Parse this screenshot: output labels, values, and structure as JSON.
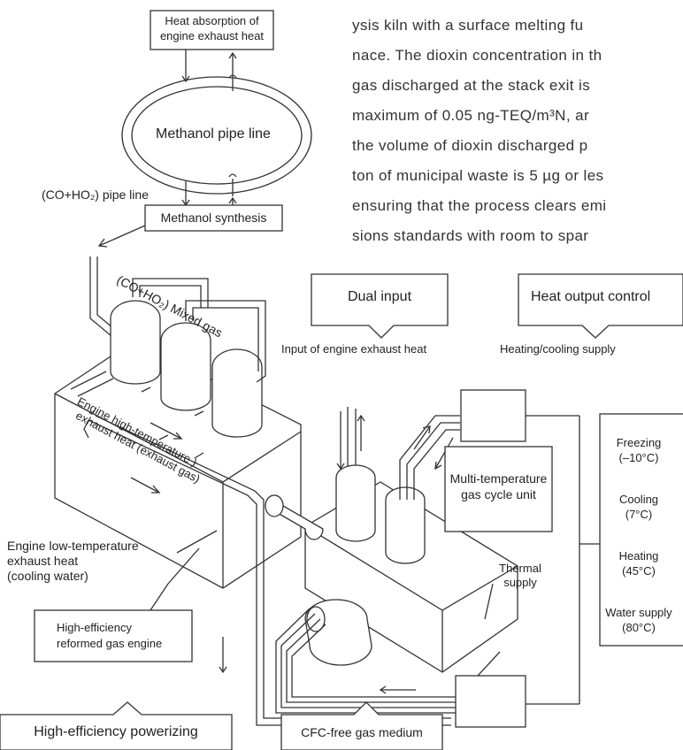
{
  "body_text": {
    "lines": [
      "ysis kiln with a surface melting fu",
      "nace. The dioxin concentration in th",
      "gas discharged at the stack exit is",
      "maximum of 0.05 ng-TEQ/m³N, ar",
      "the volume of dioxin discharged p",
      "ton of municipal waste is 5 µg or les",
      "ensuring that the process clears emi",
      "sions standards with room to spar"
    ]
  },
  "diagram": {
    "heat_absorption": [
      "Heat absorption of",
      "engine exhaust heat"
    ],
    "methanol_pipe_line": "Methanol pipe line",
    "co_pipe_line": "(CO+HO₂) pipe line",
    "methanol_synthesis": "Methanol synthesis",
    "mixed_gas": "(CO+HO₂) Mixed gas",
    "dual_input": "Dual input",
    "heat_output_control": "Heat output control",
    "input_exhaust_heat": "Input of engine exhaust heat",
    "heating_cooling_supply": "Heating/cooling supply",
    "engine_high_temp": [
      "Engine high-temperature )",
      "exhaust heat (exhaust gas)"
    ],
    "multi_temp_unit": [
      "Multi-temperature",
      "gas cycle unit"
    ],
    "engine_low_temp": [
      "Engine low-temperature",
      "exhaust heat",
      "(cooling water)"
    ],
    "thermal_supply": [
      "Thermal",
      "supply"
    ],
    "reformed_engine": [
      "High-efficiency",
      "reformed gas engine"
    ],
    "high_eff_powerizing": "High-efficiency powerizing",
    "cfc_free": "CFC-free gas medium",
    "outputs": [
      {
        "name": "Freezing",
        "temp": "(–10°C)"
      },
      {
        "name": "Cooling",
        "temp": "(7°C)"
      },
      {
        "name": "Heating",
        "temp": "(45°C)"
      },
      {
        "name": "Water supply",
        "temp": "(80°C)"
      }
    ]
  }
}
